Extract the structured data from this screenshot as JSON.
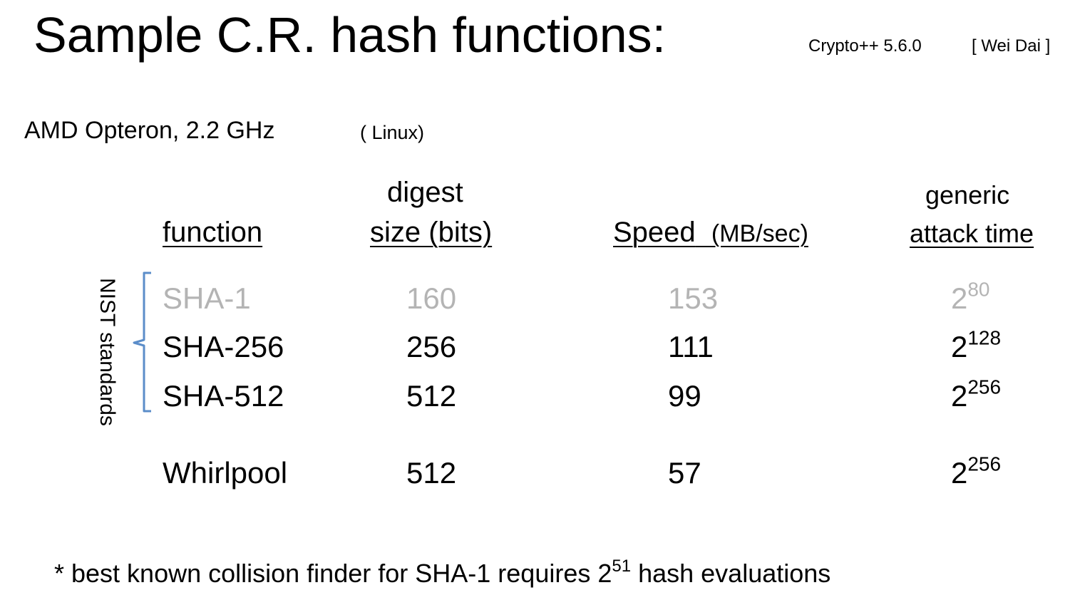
{
  "slide": {
    "title": "Sample C.R. hash functions:",
    "source": {
      "library": "Crypto++  5.6.0",
      "author": "[ Wei Dai ]"
    },
    "platform": {
      "cpu": "AMD Opteron,   2.2 GHz",
      "os": "( Linux)"
    }
  },
  "table": {
    "headers": {
      "function": "function",
      "digest_top": "digest",
      "digest_bottom": "size (bits)",
      "speed_main": "Speed",
      "speed_unit": "(MB/sec)",
      "attack_top": "generic",
      "attack_bottom": "attack time"
    },
    "group_label": "NIST standards",
    "rows": [
      {
        "function": "SHA-1",
        "digest": "160",
        "speed": "153",
        "attack_base": "2",
        "attack_exp": "80",
        "faded": true
      },
      {
        "function": "SHA-256",
        "digest": "256",
        "speed": "111",
        "attack_base": "2",
        "attack_exp": "128",
        "faded": false
      },
      {
        "function": "SHA-512",
        "digest": "512",
        "speed": "99",
        "attack_base": "2",
        "attack_exp": "256",
        "faded": false
      },
      {
        "function": "Whirlpool",
        "digest": "512",
        "speed": "57",
        "attack_base": "2",
        "attack_exp": "256",
        "faded": false
      }
    ]
  },
  "footnote": {
    "prefix": "* best known collision finder for SHA-1 requires 2",
    "exp": "51",
    "suffix": " hash evaluations"
  },
  "colors": {
    "text": "#000000",
    "faded_text": "#b4b4b4",
    "bracket": "#5b8dc9"
  }
}
